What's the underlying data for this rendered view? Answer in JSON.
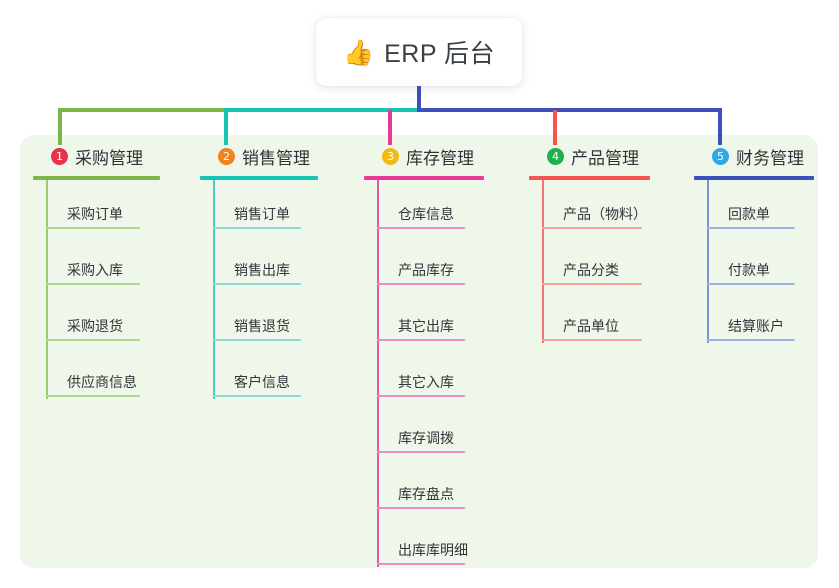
{
  "root": {
    "icon": "thumbs-up-icon",
    "emoji": "👍",
    "title": "ERP 后台"
  },
  "theme": {
    "panel_bg": "#eef7e9",
    "page_bg": "#ffffff",
    "root_stem": "#3b50b8",
    "text": "#31363a"
  },
  "columns": [
    {
      "number": "1",
      "title": "采购管理",
      "badge_color": "#e8344a",
      "bar_color": "#7ab648",
      "spine_color": "#9ccb6e",
      "rule_color": "#b5d88f",
      "link_color": "#7ab648",
      "items": [
        {
          "label": "采购订单"
        },
        {
          "label": "采购入库"
        },
        {
          "label": "采购退货"
        },
        {
          "label": "供应商信息"
        }
      ]
    },
    {
      "number": "2",
      "title": "销售管理",
      "badge_color": "#f08222",
      "bar_color": "#17c3b2",
      "spine_color": "#4ecdc4",
      "rule_color": "#8ddbd4",
      "link_color": "#17c3b2",
      "items": [
        {
          "label": "销售订单"
        },
        {
          "label": "销售出库"
        },
        {
          "label": "销售退货"
        },
        {
          "label": "客户信息"
        }
      ]
    },
    {
      "number": "3",
      "title": "库存管理",
      "badge_color": "#f5b914",
      "bar_color": "#e8399a",
      "spine_color": "#e45ba4",
      "rule_color": "#ef8bbf",
      "link_color": "#e8399a",
      "items": [
        {
          "label": "仓库信息"
        },
        {
          "label": "产品库存"
        },
        {
          "label": "其它出库"
        },
        {
          "label": "其它入库"
        },
        {
          "label": "库存调拨"
        },
        {
          "label": "库存盘点"
        },
        {
          "label": "出库库明细"
        }
      ]
    },
    {
      "number": "4",
      "title": "产品管理",
      "badge_color": "#20b04b",
      "bar_color": "#f6554f",
      "spine_color": "#f4756e",
      "rule_color": "#f8a09b",
      "link_color": "#f6554f",
      "items": [
        {
          "label": "产品（物料）"
        },
        {
          "label": "产品分类"
        },
        {
          "label": "产品单位"
        }
      ]
    },
    {
      "number": "5",
      "title": "财务管理",
      "badge_color": "#2fa7e8",
      "bar_color": "#3b50b8",
      "spine_color": "#7b92d6",
      "rule_color": "#9fb3e0",
      "link_color": "#3b50b8",
      "items": [
        {
          "label": "回款单"
        },
        {
          "label": "付款单"
        },
        {
          "label": "结算账户"
        }
      ]
    }
  ]
}
